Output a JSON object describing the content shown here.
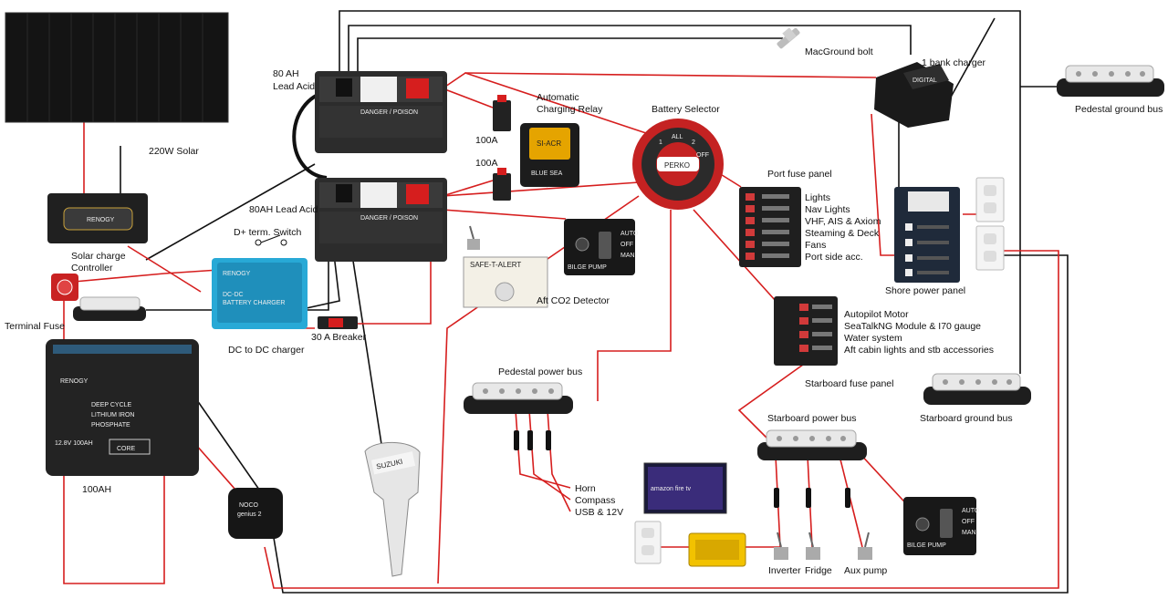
{
  "colors": {
    "positive_wire": "#d61e1e",
    "negative_wire": "#111111",
    "fuse_panel_switch": "#d13a3a",
    "inverter_yellow": "#f2c200"
  },
  "labels": {
    "solar": "220W Solar",
    "battery_top": "80 AH\nLead Acid",
    "battery_top_line1": "80 AH",
    "battery_top_line2": "Lead Acid",
    "battery_bottom": "80AH Lead Acid",
    "macground": "MacGround bolt",
    "bank_charger": "1 bank charger",
    "pedestal_ground_bus": "Pedestal ground bus",
    "acr_line1": "Automatic",
    "acr_line2": "Charging Relay",
    "breaker_top": "100A",
    "breaker_bottom": "100A",
    "battery_selector": "Battery Selector",
    "port_fuse_panel": "Port fuse panel",
    "port_circuits": [
      "Lights",
      "Nav Lights",
      "VHF, AIS & Axiom",
      "Steaming & Deck",
      "Fans",
      "Port side acc."
    ],
    "d_plus_switch": "D+ term. Switch",
    "solar_controller_line1": "Solar charge",
    "solar_controller_line2": "Controller",
    "terminal_fuse": "Terminal Fuse",
    "dc_dc_charger": "DC to DC charger",
    "breaker_30a": "30 A Breaker",
    "co2_detector": "Aft CO2 Detector",
    "shore_power_panel": "Shore power panel",
    "starboard_circuits": [
      "Autopilot Motor",
      "SeaTalkNG Module & I70 gauge",
      "Water system",
      "Aft cabin lights and stb accessories"
    ],
    "starboard_fuse_panel": "Starboard fuse panel",
    "starboard_ground_bus": "Starboard ground bus",
    "pedestal_power_bus": "Pedestal power bus",
    "starboard_power_bus": "Starboard power bus",
    "pedestal_loads": [
      "Horn",
      "Compass",
      "USB & 12V"
    ],
    "lifepo4": "100AH",
    "inverter": "Inverter",
    "fridge": "Fridge",
    "aux_pump": "Aux pump"
  },
  "device_text": {
    "solar_controller_brand": "RENOGY",
    "dc_dc_brand": "RENOGY",
    "dc_dc_title_line1": "DC-DC",
    "dc_dc_title_line2": "BATTERY CHARGER",
    "lifepo4_brand": "RENOGY",
    "lifepo4_line1": "DEEP CYCLE",
    "lifepo4_line2": "LITHIUM IRON",
    "lifepo4_line3": "PHOSPHATE",
    "lifepo4_core": "CORE",
    "lifepo4_spec": "12.8V 100AH",
    "noco_line1": "NOCO",
    "noco_line2": "genius 2",
    "outboard_brand": "SUZUKI",
    "firetv": "amazon fire tv",
    "bilge_label": "BILGE PUMP",
    "bilge_auto": "AUTO",
    "bilge_off": "OFF",
    "bilge_man": "MAN",
    "selector_brand": "PERKO",
    "selector_pos": [
      "1",
      "ALL",
      "2",
      "OFF"
    ],
    "charger_brand": "DIGITAL",
    "acr_brand": "BLUE SEA",
    "acr_model": "SI-ACR",
    "co2_title": "SAFE-T-ALERT",
    "battery_warning": "DANGER / POISON",
    "battery_warning_2": "DANGER / POISON"
  }
}
